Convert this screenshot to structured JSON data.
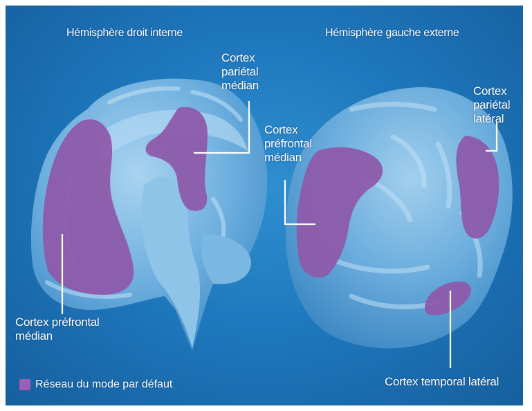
{
  "titles": {
    "left": "Hémisphère droit interne",
    "right": "Hémisphère gauche externe"
  },
  "labels": {
    "left_parietal_median": [
      "Cortex",
      "pariétal",
      "médian"
    ],
    "left_prefrontal_median": [
      "Cortex préfrontal",
      "médian"
    ],
    "right_prefrontal_median": [
      "Cortex",
      "préfrontal",
      "médian"
    ],
    "right_parietal_lateral": [
      "Cortex",
      "pariétal",
      "latéral"
    ],
    "right_temporal_lateral": "Cortex temporal latéral"
  },
  "legend": {
    "text": "Réseau du mode par défaut",
    "color": "#9b5fb5"
  },
  "colors": {
    "background": "#1f78bd",
    "brain": "#6fb0df",
    "brain_light": "#a9d3f0",
    "region": "#8d5bab",
    "leader_line": "#ffffff"
  }
}
